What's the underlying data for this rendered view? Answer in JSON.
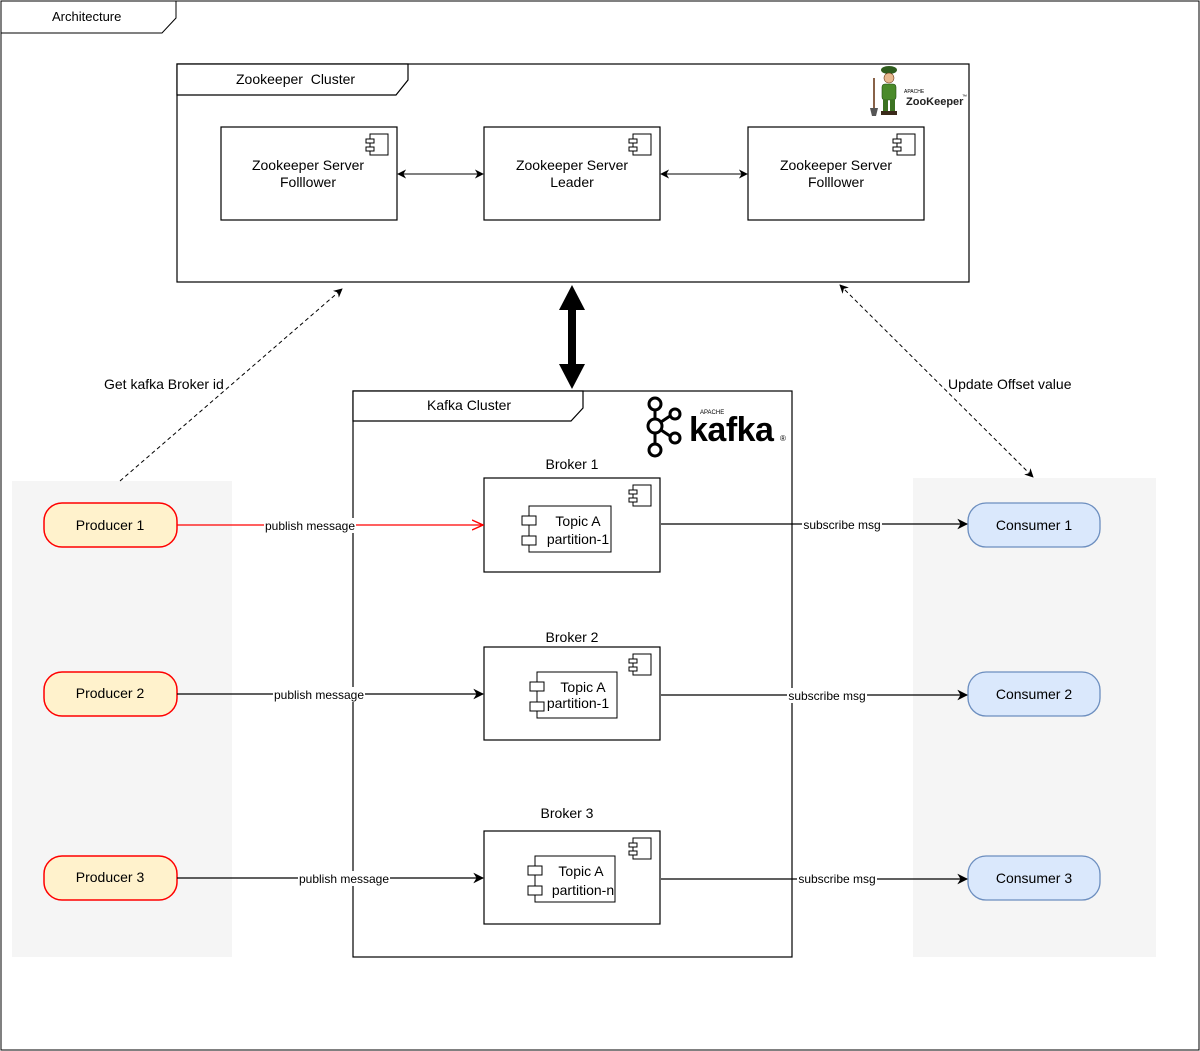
{
  "frame": {
    "title": "Architecture"
  },
  "zookeeper": {
    "cluster_label": "Zookeeper  Cluster",
    "servers": [
      {
        "line1": "Zookeeper Server",
        "line2": "Folllower"
      },
      {
        "line1": "Zookeeper Server",
        "line2": "Leader"
      },
      {
        "line1": "Zookeeper Server",
        "line2": "Folllower"
      }
    ],
    "logo": {
      "small_text": "APACHE",
      "name": "ZooKeeper",
      "tm": "™"
    }
  },
  "kafka": {
    "cluster_label": "Kafka Cluster",
    "logo": {
      "small_text": "APACHE",
      "name": "kafka",
      "reg": "®"
    },
    "brokers": [
      {
        "title": "Broker 1",
        "topic": "Topic A",
        "partition": "partition-1"
      },
      {
        "title": "Broker 2",
        "topic": "Topic A",
        "partition": "partition-1"
      },
      {
        "title": "Broker 3",
        "topic": "Topic A",
        "partition": "partition-n"
      }
    ]
  },
  "producers": [
    "Producer 1",
    "Producer 2",
    "Producer 3"
  ],
  "consumers": [
    "Consumer 1",
    "Consumer 2",
    "Consumer 3"
  ],
  "edges": {
    "publish": "publish message",
    "subscribe": "subscribe msg",
    "get_broker_id": "Get kafka Broker id",
    "update_offset": "Update Offset value"
  },
  "colors": {
    "producer_fill": "#fff2cc",
    "producer_stroke": "#ff0000",
    "consumer_fill": "#dae8fc",
    "consumer_stroke": "#6c8ebf",
    "lane_fill": "#f5f5f5",
    "highlight_edge": "#ff0000"
  }
}
